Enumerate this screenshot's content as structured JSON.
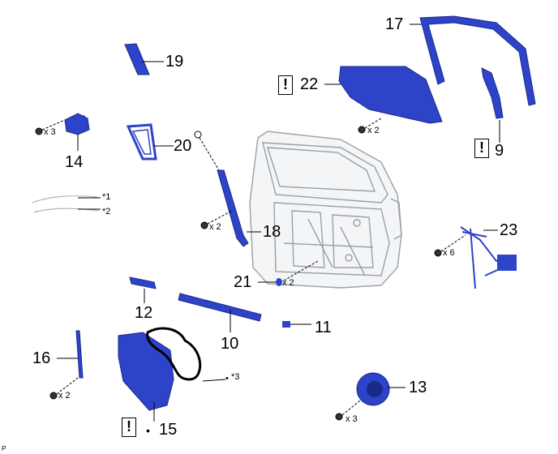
{
  "colors": {
    "part_fill": "#2d43c8",
    "part_stroke": "#1a2a8c",
    "door_line": "#9aa0a6",
    "leader": "#000000",
    "background": "#ffffff"
  },
  "callouts": {
    "c9": "9",
    "c10": "10",
    "c11": "11",
    "c12": "12",
    "c13": "13",
    "c14": "14",
    "c15": "15",
    "c16": "16",
    "c17": "17",
    "c18": "18",
    "c19": "19",
    "c20": "20",
    "c21": "21",
    "c22": "22",
    "c23": "23"
  },
  "notes": {
    "n1": "*1",
    "n2": "*2",
    "n3": "*3"
  },
  "quantities": {
    "q14": "x 3",
    "q22": "x 2",
    "q18": "x 2",
    "q21": "x 2",
    "q23": "x 6",
    "q16": "x 2",
    "q13": "x 3"
  },
  "warning_symbol": "!",
  "bullet": "•",
  "footer_code": "P"
}
